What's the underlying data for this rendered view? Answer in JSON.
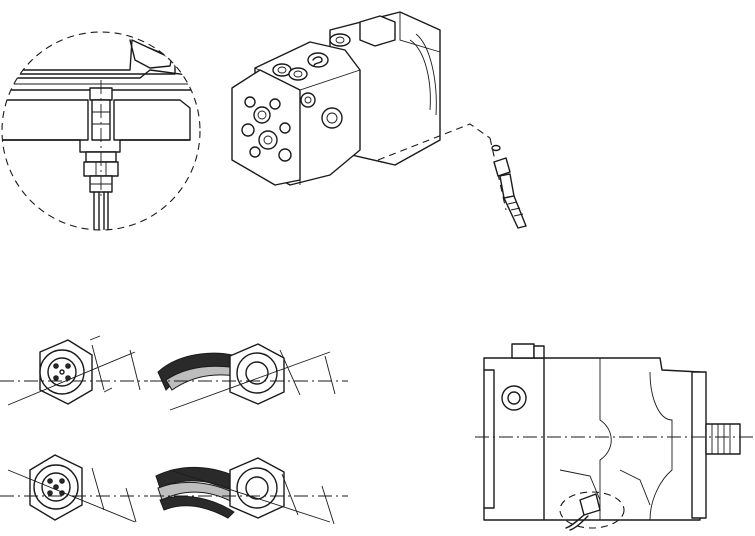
{
  "figure": {
    "panels": [
      {
        "id": "detail-section",
        "description_icon": "magnified-cross-section"
      },
      {
        "id": "pump-isometric",
        "description_icon": "pump-with-speed-sensor"
      },
      {
        "id": "connector-variants",
        "description_icon": "hex-sensor-connectors"
      },
      {
        "id": "pump-side-view",
        "description_icon": "pump-side-with-sensor"
      }
    ],
    "colors": {
      "line": "#1a1a1a",
      "background": "#ffffff"
    }
  }
}
